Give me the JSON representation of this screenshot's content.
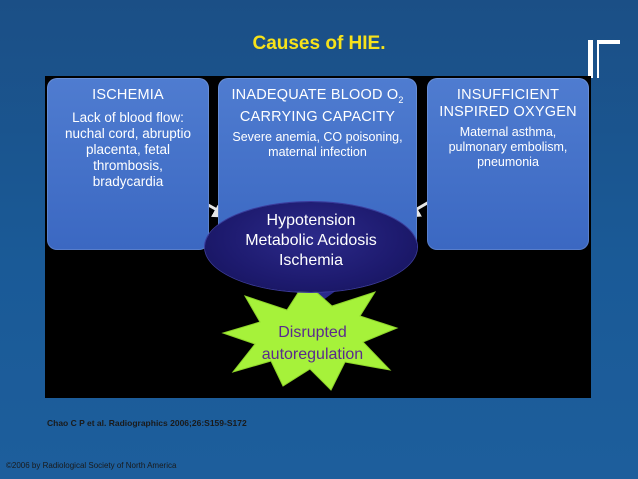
{
  "slide": {
    "title": "Causes of HIE.",
    "citation": "Chao C P et al. Radiographics 2006;26:S159-S172",
    "copyright": "©2006 by Radiological Society of North America"
  },
  "diagram": {
    "boxes": [
      {
        "title": "ISCHEMIA",
        "body": [
          "Lack of blood flow:",
          "nuchal cord, abruptio",
          "placenta, fetal thrombosis,",
          "bradycardia"
        ]
      },
      {
        "title_main": "INADEQUATE BLOOD O",
        "title_sub": "2",
        "title_line2": "CARRYING CAPACITY",
        "body": [
          "Severe anemia, CO poisoning,",
          "maternal infection"
        ]
      },
      {
        "title": [
          "INSUFFICIENT",
          "INSPIRED OXYGEN"
        ],
        "body": [
          "Maternal asthma,",
          "pulmonary embolism,",
          "pneumonia"
        ]
      }
    ],
    "center": [
      "Hypotension",
      "Metabolic Acidosis",
      "Ischemia"
    ],
    "outcome": [
      "Disrupted",
      "autoregulation"
    ]
  },
  "colors": {
    "background": "#1b4f86",
    "title": "#f7e21a",
    "box": "#3b68c2",
    "ellipse": "#1d1a6e",
    "burst": "#a6f23a",
    "outcome_text": "#5a2a8e"
  }
}
